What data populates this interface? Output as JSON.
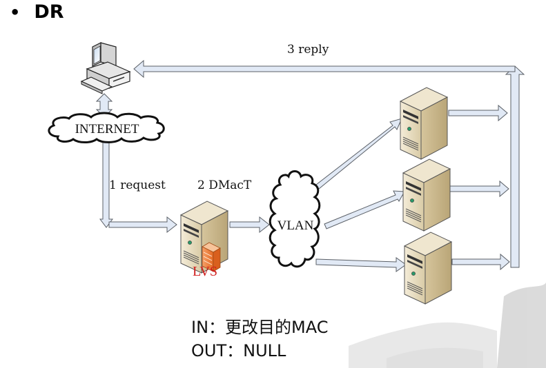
{
  "slide": {
    "bullet": "•",
    "title": "DR"
  },
  "diagram": {
    "nodes": {
      "client": {
        "icon": "desktop-computer-icon"
      },
      "internet": {
        "label": "INTERNET",
        "icon": "cloud-icon"
      },
      "lvs": {
        "label": "LVS",
        "icon": "server-icon"
      },
      "vlan": {
        "label": "VLAN",
        "icon": "cloud-icon"
      },
      "real_servers": [
        {
          "icon": "server-icon"
        },
        {
          "icon": "server-icon"
        },
        {
          "icon": "server-icon"
        }
      ]
    },
    "edge_labels": {
      "request": "1 request",
      "dmact": "2 DMacT",
      "reply": "3 reply"
    },
    "colors": {
      "arrow_fill": "#e1e9f5",
      "arrow_stroke": "#5a5f66",
      "lvs_label": "#d01c1c",
      "server_body": "#e8dcc0"
    }
  },
  "notes": {
    "in_line": "IN：更改目的MAC",
    "out_line": "OUT：NULL"
  }
}
